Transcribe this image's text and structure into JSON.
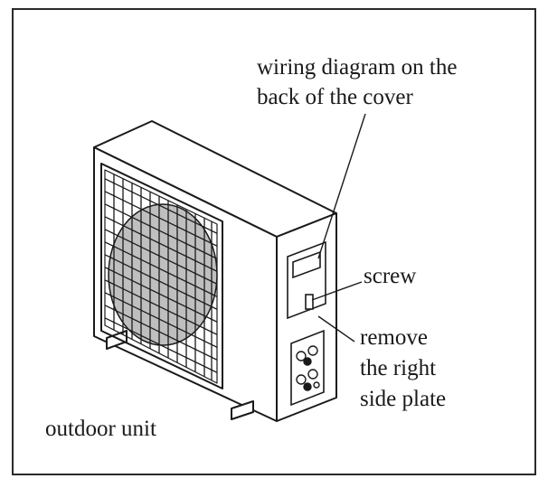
{
  "figure": {
    "labels": {
      "wiring_diagram_line1": "wiring diagram on the",
      "wiring_diagram_line2": "back of the cover",
      "screw": "screw",
      "remove_line1": "remove",
      "remove_line2": "the right",
      "remove_line3": "side plate",
      "outdoor_unit": "outdoor unit"
    },
    "colors": {
      "line": "#1a1a1a",
      "background": "#ffffff"
    }
  }
}
